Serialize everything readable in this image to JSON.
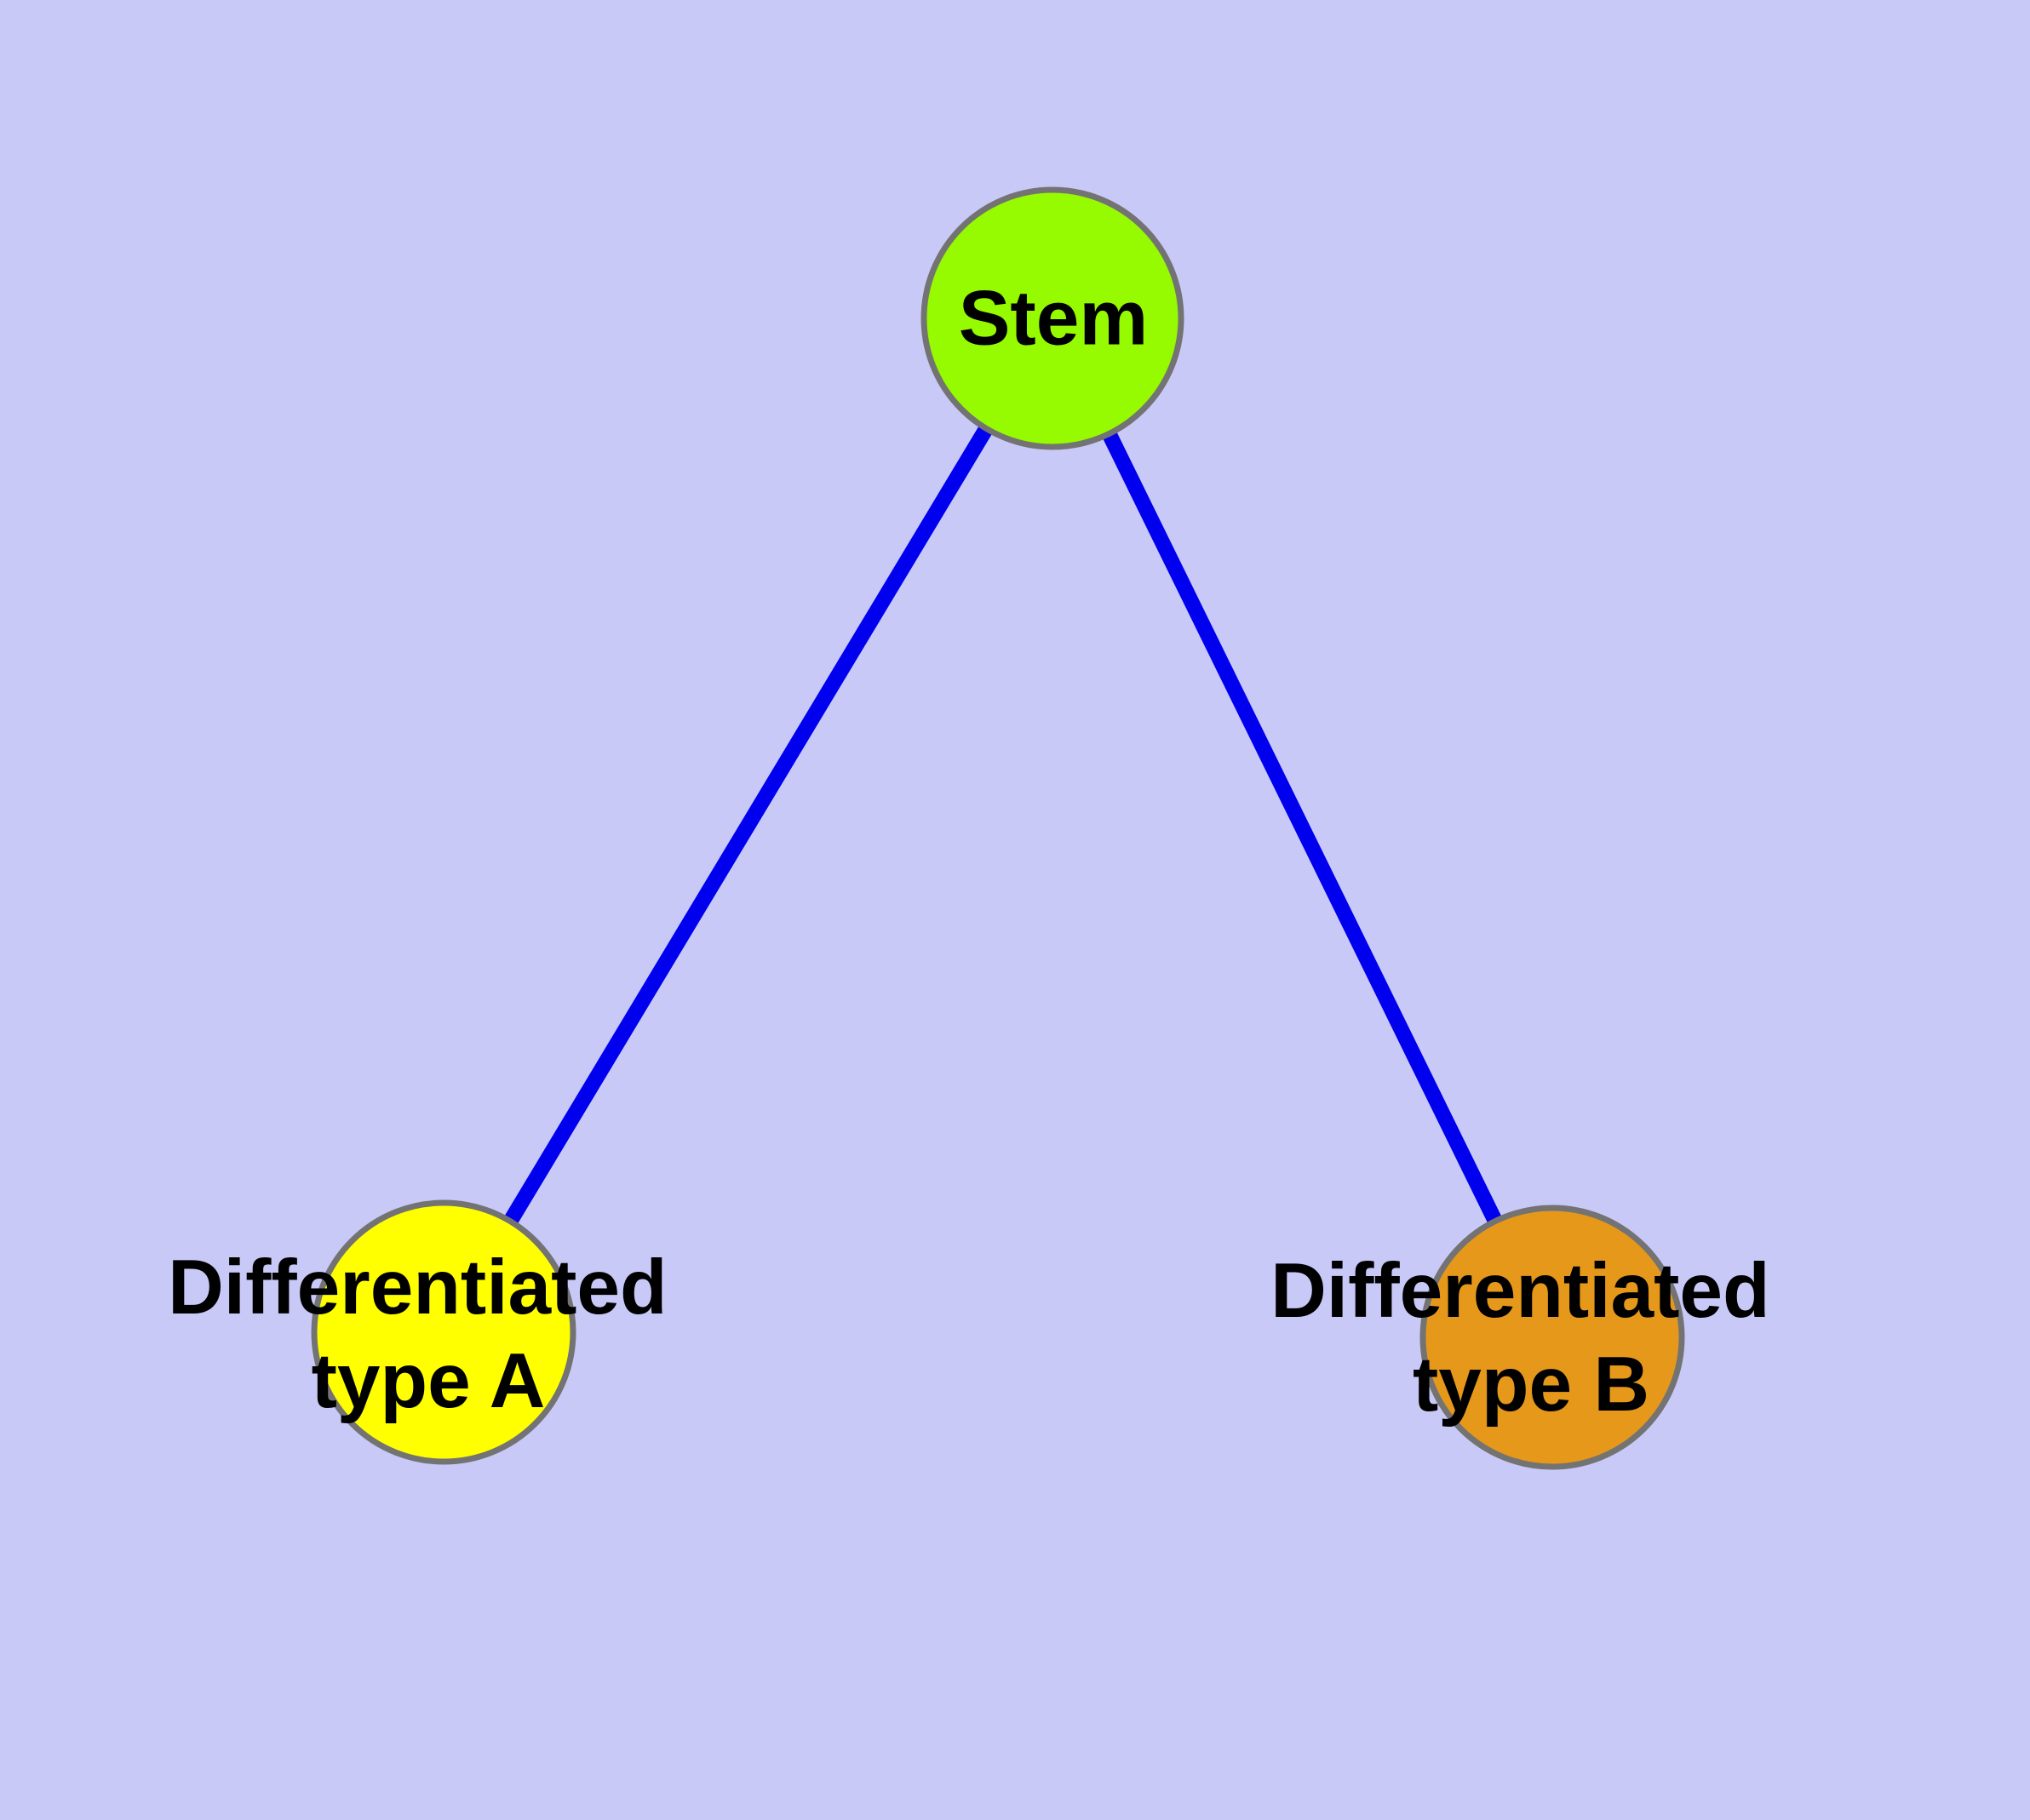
{
  "diagram": {
    "background_color": "#c9c9f8",
    "text_color": "#000000",
    "node_border_color": "#737373",
    "nodes": [
      {
        "id": "stem",
        "label_lines": [
          "Stem"
        ],
        "fill": "#96fa00"
      },
      {
        "id": "differentiated-type-a",
        "label_lines": [
          "Differentiated",
          "type A"
        ],
        "fill": "#ffff00"
      },
      {
        "id": "differentiated-type-b",
        "label_lines": [
          "Differentiated",
          "type B"
        ],
        "fill": "#e6981b"
      }
    ],
    "edges": [
      {
        "from": "Stem",
        "to": "Differentiated type A",
        "color": "#0000ee"
      },
      {
        "from": "Stem",
        "to": "Differentiated type B",
        "color": "#0000ee"
      }
    ]
  }
}
